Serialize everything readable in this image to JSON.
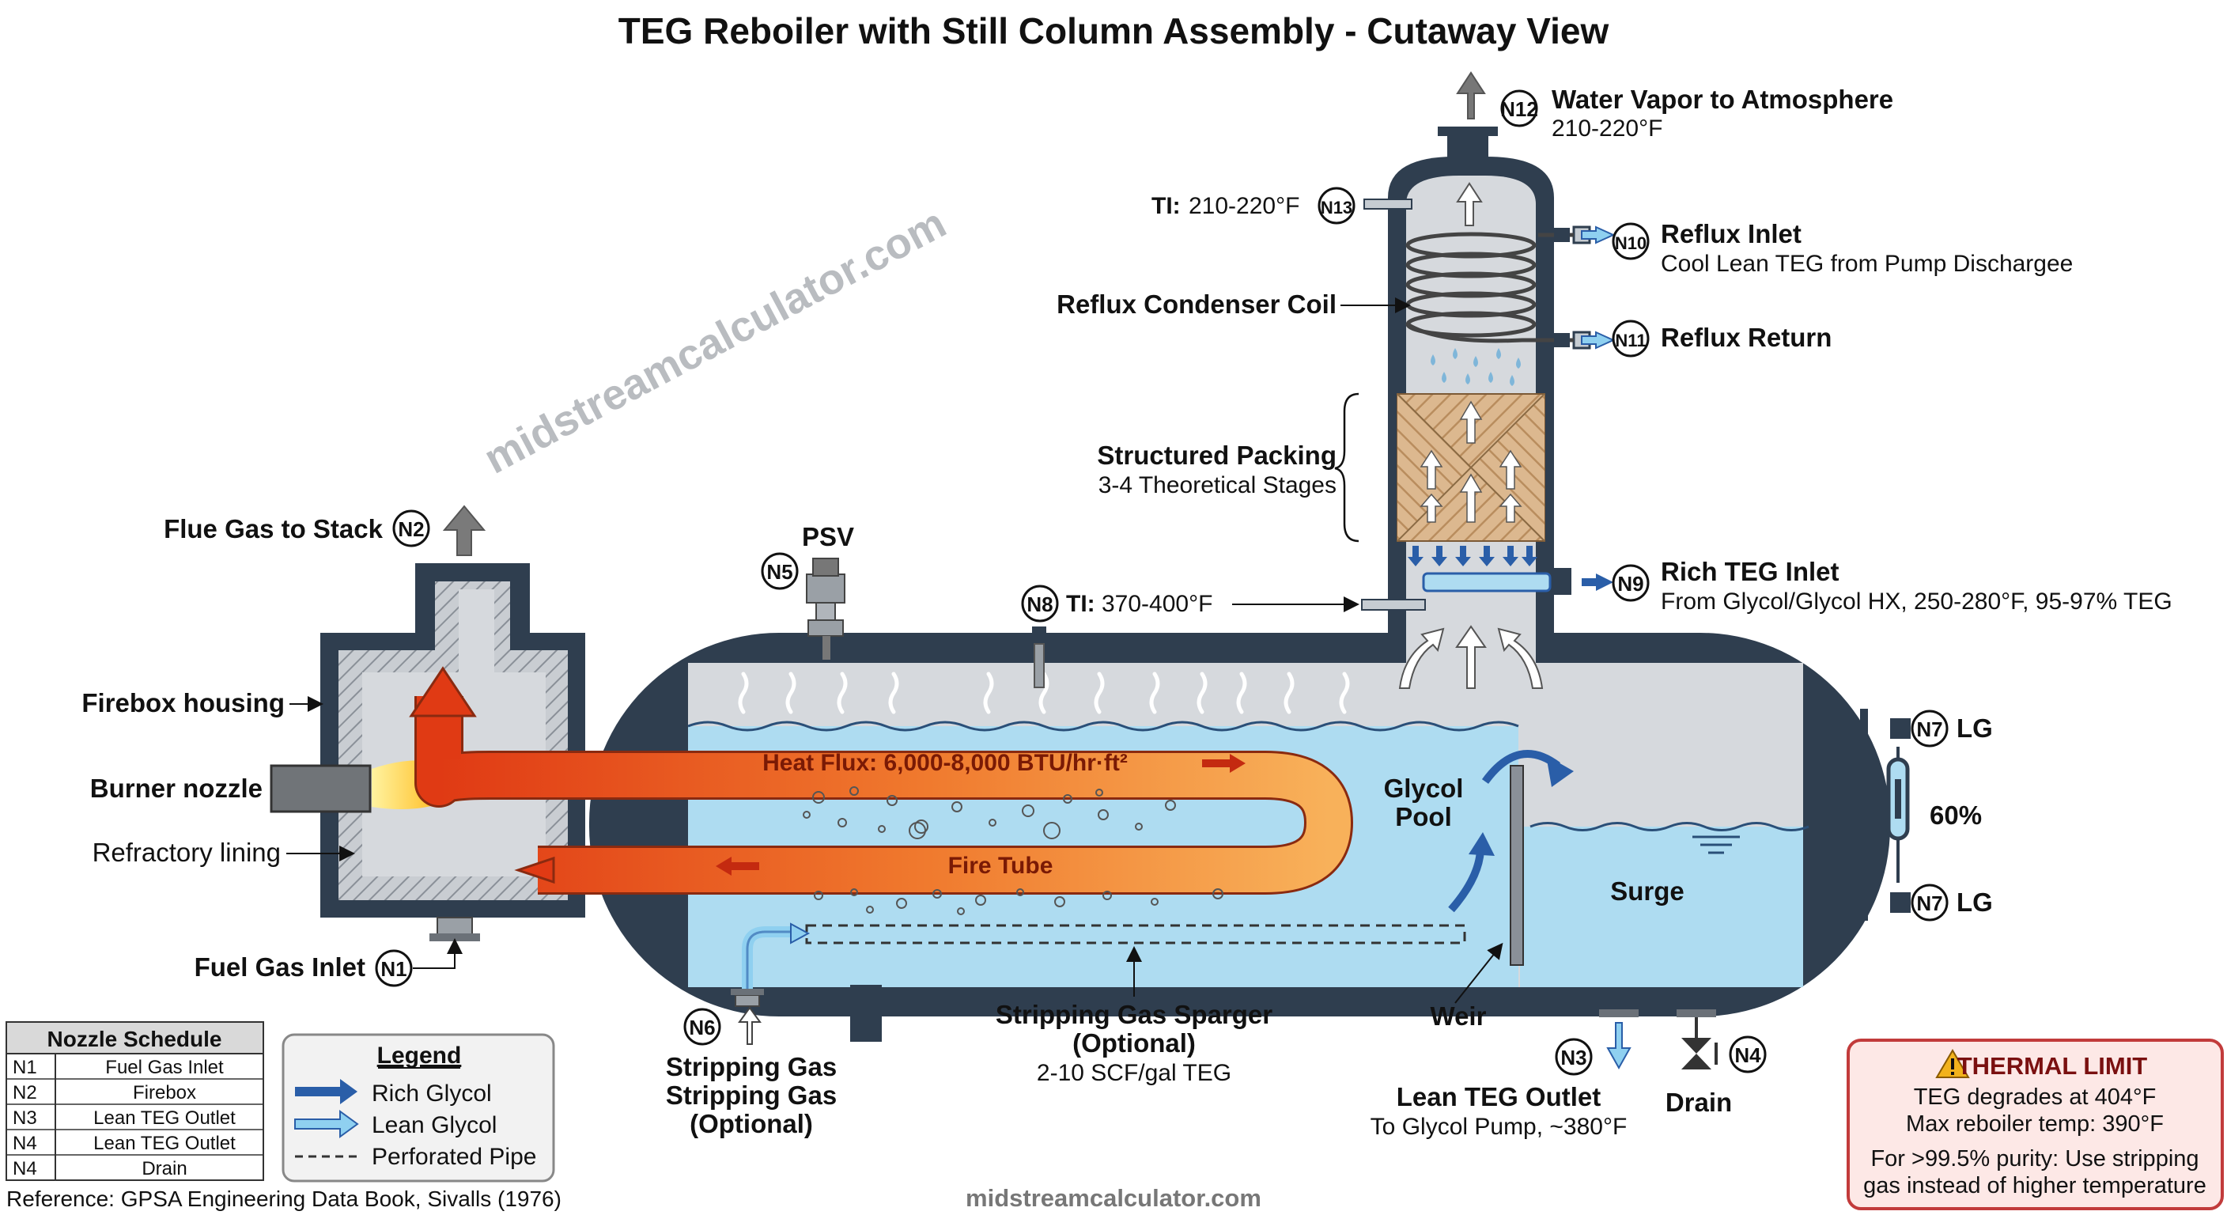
{
  "title": "TEG Reboiler with Still Column Assembly - Cutaway View",
  "watermark_diagonal": "midstreamcalculator.com",
  "watermark_footer": "midstreamcalculator.com",
  "reference": "Reference: GPSA Engineering Data Book, Sivalls (1976)",
  "colors": {
    "vessel_shell": "#2f3e4f",
    "vessel_interior": "#d6d9dd",
    "glycol": "#aedcf1",
    "fire_tube_hot": "#e24a1c",
    "fire_tube_warm": "#f6a04b",
    "packing": "#d7b28a",
    "rich_glycol_arrow": "#2a5ea8",
    "lean_glycol_arrow": "#8fd0f0",
    "thermal_limit_border": "#c23b3b",
    "thermal_limit_fill": "#fde8e6"
  },
  "nozzles": {
    "n1": "N1",
    "n2": "N2",
    "n3": "N3",
    "n4": "N4",
    "n5": "N5",
    "n6": "N6",
    "n7": "N7",
    "n8": "N8",
    "n9": "N9",
    "n10": "N10",
    "n11": "N11",
    "n12": "N12",
    "n13": "N13"
  },
  "labels": {
    "water_vapor": "Water Vapor to Atmosphere",
    "water_vapor_temp": "210-220°F",
    "ti_top_prefix": "TI:",
    "ti_top_value": "210-220°F",
    "reflux_inlet": "Reflux Inlet",
    "reflux_inlet_sub": "Cool Lean TEG from Pump Dischargee",
    "reflux_condenser_coil": "Reflux Condenser Coil",
    "reflux_return": "Reflux Return",
    "structured_packing": "Structured Packing",
    "structured_packing_sub": "3-4 Theoretical Stages",
    "rich_teg_inlet": "Rich TEG Inlet",
    "rich_teg_inlet_sub": "From Glycol/Glycol HX, 250-280°F, 95-97% TEG",
    "ti_mid_prefix": "TI:",
    "ti_mid_value": "370-400°F",
    "psv": "PSV",
    "flue_gas": "Flue Gas to Stack",
    "firebox_housing": "Firebox housing",
    "burner_nozzle": "Burner nozzle",
    "refractory_lining": "Refractory lining",
    "fuel_gas_inlet": "Fuel Gas Inlet",
    "heat_flux": "Heat Flux: 6,000-8,000 BTU/hr·ft²",
    "fire_tube": "Fire Tube",
    "glycol_pool_1": "Glycol",
    "glycol_pool_2": "Pool",
    "surge": "Surge",
    "weir": "Weir",
    "lg": "LG",
    "level_percent": "60%",
    "stripping_gas_1": "Stripping Gas",
    "stripping_gas_2": "Stripping Gas",
    "stripping_gas_3": "(Optional)",
    "sparger_1": "Stripping Gas Sparger",
    "sparger_2": "(Optional)",
    "sparger_3": "2-10 SCF/gal TEG",
    "lean_teg_outlet": "Lean TEG Outlet",
    "lean_teg_outlet_sub": "To Glycol Pump, ~380°F",
    "drain": "Drain"
  },
  "nozzle_schedule": {
    "title": "Nozzle Schedule",
    "rows": [
      {
        "tag": "N1",
        "desc": "Fuel Gas Inlet"
      },
      {
        "tag": "N2",
        "desc": "Firebox"
      },
      {
        "tag": "N3",
        "desc": "Lean TEG Outlet"
      },
      {
        "tag": "N4",
        "desc": "Lean TEG Outlet"
      },
      {
        "tag": "N4",
        "desc": "Drain"
      }
    ]
  },
  "legend": {
    "title": "Legend",
    "rich": "Rich Glycol",
    "lean": "Lean Glycol",
    "perforated": "Perforated Pipe"
  },
  "thermal_limit": {
    "icon": "warning-icon",
    "title": "THERMAL LIMIT",
    "line1": "TEG degrades at 404°F",
    "line2": "Max reboiler temp: 390°F",
    "line3": "For >99.5% purity: Use stripping",
    "line4": "gas instead of higher temperature"
  }
}
